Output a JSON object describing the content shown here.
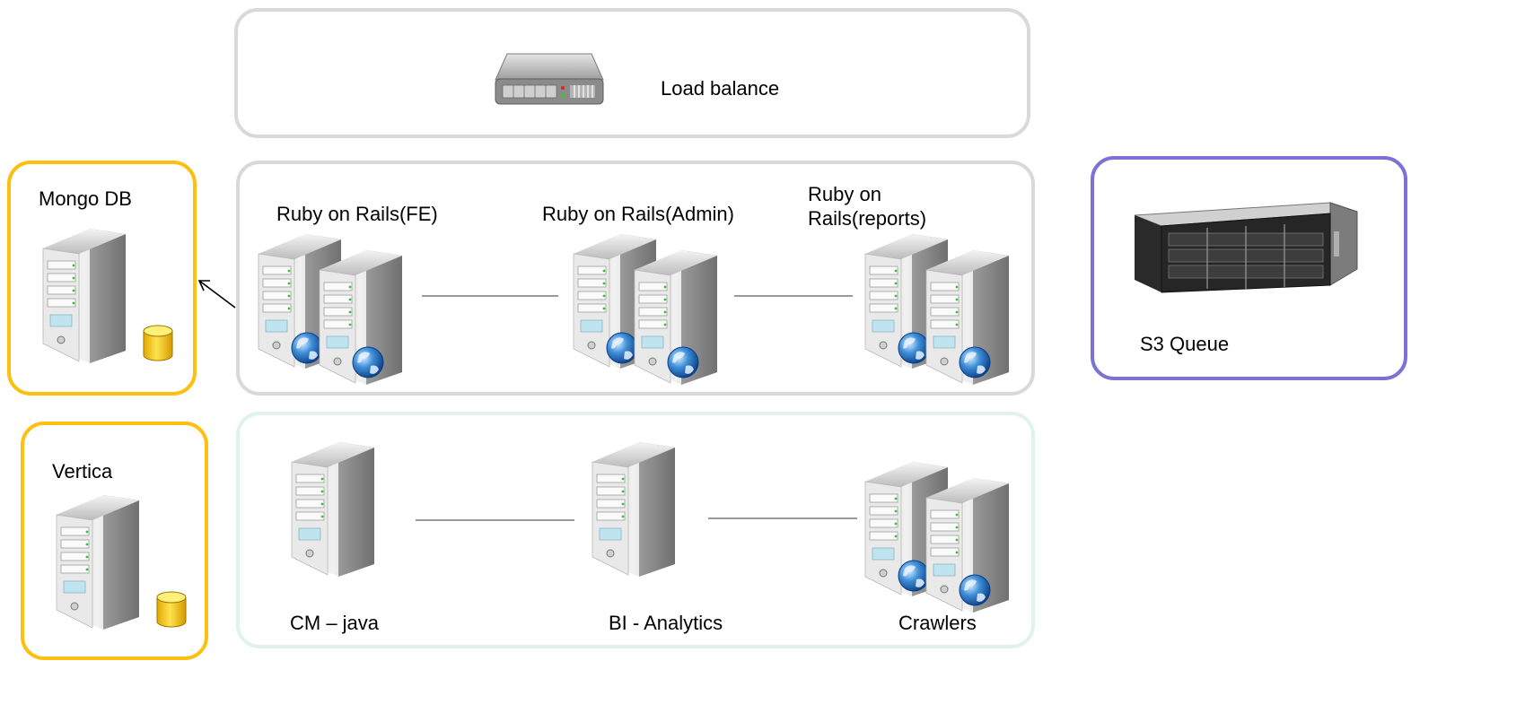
{
  "load_balancer": {
    "label": "Load balance"
  },
  "mongo_db": {
    "label": "Mongo DB"
  },
  "vertica": {
    "label": "Vertica"
  },
  "s3_queue": {
    "label": "S3 Queue"
  },
  "web_tier": {
    "fe": "Ruby on Rails(FE)",
    "admin": "Ruby on Rails(Admin)",
    "reports": "Ruby on Rails(reports)"
  },
  "backend_tier": {
    "cm": "CM – java",
    "bi": "BI - Analytics",
    "crawlers": "Crawlers"
  },
  "colors": {
    "panel_gray": "#d9d9d9",
    "panel_teal": "#e1f2ee",
    "db_border": "#fdc010",
    "queue_border": "#7b72d6"
  }
}
